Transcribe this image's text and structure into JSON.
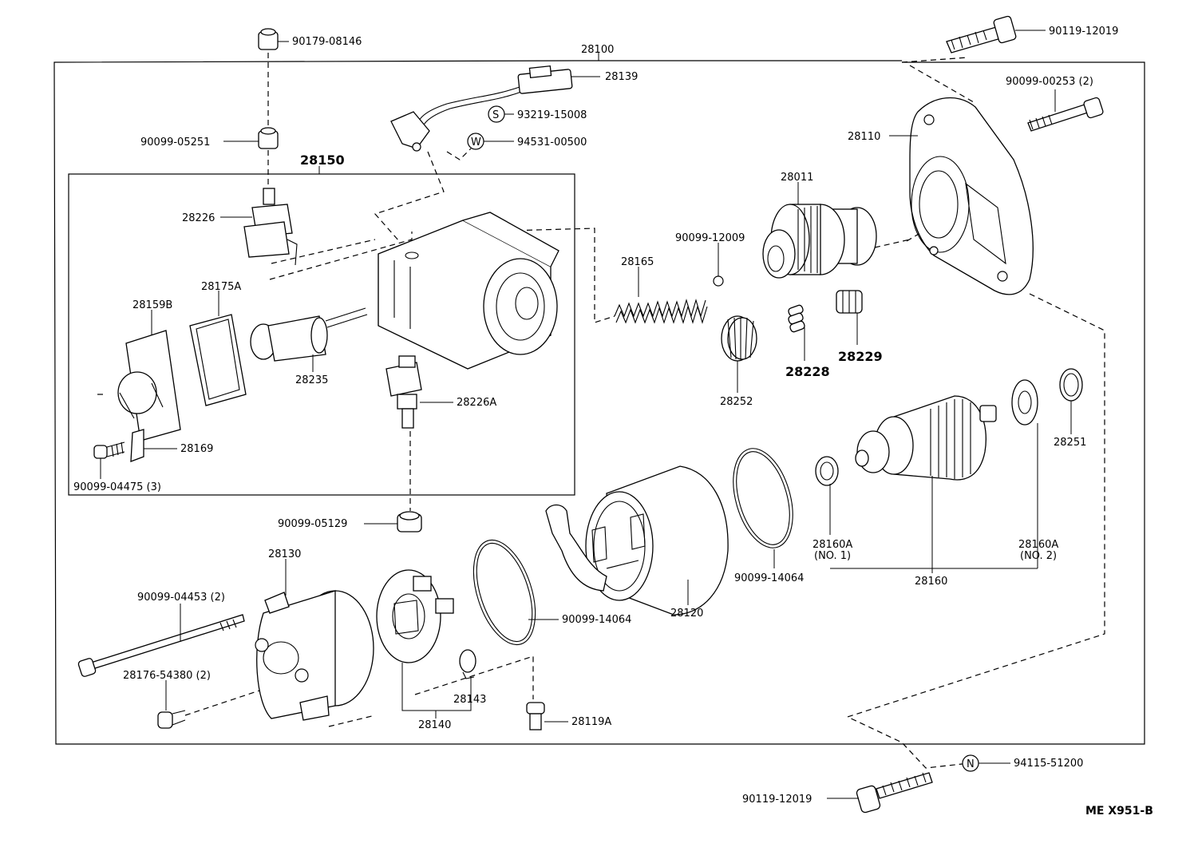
{
  "diagram": {
    "code": "ME  X951-B",
    "assembly_label": "28100",
    "sub_assembly_label": "28150"
  },
  "labels": {
    "p90179_08146": "90179-08146",
    "p90119_12019_top": "90119-12019",
    "p28139": "28139",
    "p93219_15008": "93219-15008",
    "p94531_00500": "94531-00500",
    "p90099_05251": "90099-05251",
    "p90099_00253": "90099-00253 (2)",
    "p28110": "28110",
    "p28011": "28011",
    "p90099_12009": "90099-12009",
    "p28226": "28226",
    "p28165": "28165",
    "p28175A": "28175A",
    "p28159B": "28159B",
    "p28235": "28235",
    "p28226A": "28226A",
    "p28229": "28229",
    "p28228": "28228",
    "p28252": "28252",
    "p28251": "28251",
    "p28169": "28169",
    "p90099_04475": "90099-04475 (3)",
    "p90099_05129": "90099-05129",
    "p28130": "28130",
    "p90099_04453": "90099-04453 (2)",
    "p28176_54380": "28176-54380 (2)",
    "p90099_14064_a": "90099-14064",
    "p90099_14064_b": "90099-14064",
    "p28120": "28120",
    "p28160A_1": "28160A",
    "p28160A_1_sub": "(NO. 1)",
    "p28160A_2": "28160A",
    "p28160A_2_sub": "(NO. 2)",
    "p28160": "28160",
    "p28143": "28143",
    "p28140": "28140",
    "p28119A": "28119A",
    "p94115_51200": "94115-51200",
    "p90119_12019_bottom": "90119-12019"
  },
  "symbols": {
    "s": "S",
    "w": "W",
    "n": "N"
  }
}
